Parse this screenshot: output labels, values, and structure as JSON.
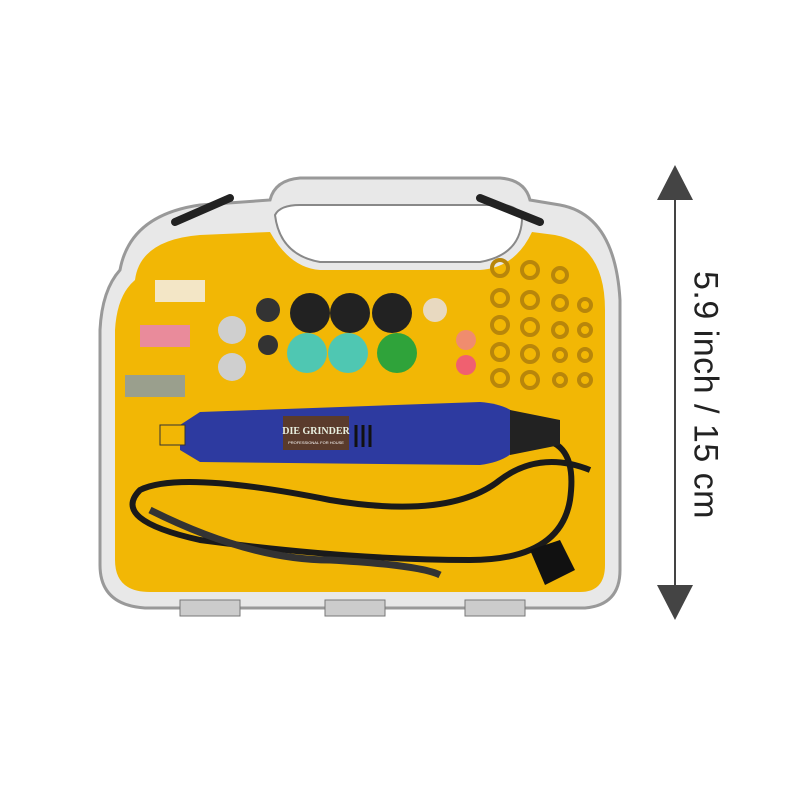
{
  "product": {
    "label_title": "DIE GRINDER",
    "label_subtitle": "PROFESSIONAL FOR HOUSE",
    "case_color": "#f2b705",
    "tool_color": "#2d3aa0"
  },
  "dimension": {
    "text": "5.9 inch / 15 cm"
  }
}
